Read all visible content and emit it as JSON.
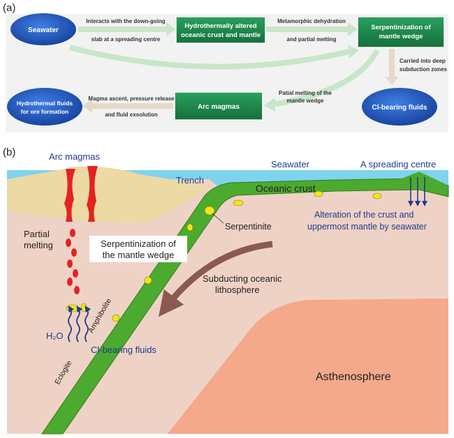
{
  "panel_a": {
    "label": "(a)",
    "nodes": {
      "seawater": "Seawater",
      "altered_line1": "Hydrothermally altered",
      "altered_line2": "oceanic crust and mantle",
      "serp_line1": "Serpentinization of",
      "serp_line2": "mantle wedge",
      "fluids": "Cl-bearing fluids",
      "arc": "Arc magmas",
      "ore_line1": "Hydrothermal fluids",
      "ore_line2": "for ore formation"
    },
    "edges": {
      "e1_line1": "Interacts with the down-going",
      "e1_line2": "slab at a spreading centre",
      "e2_line1": "Metamorphic dehydration",
      "e2_line2": "and partial melting",
      "e3_line1": "Carried into deep",
      "e3_line2": "subduction zones",
      "e4_line1": "Patial melting of the",
      "e4_line2": "mantle wedge",
      "e5_line1": "Magma ascent, pressure release",
      "e5_line2": "and fluid exsolution"
    }
  },
  "panel_b": {
    "label": "(b)",
    "labels": {
      "arc_magmas": "Arc magmas",
      "seawater": "Seawater",
      "spreading_centre": "A spreading centre",
      "trench": "Trench",
      "oceanic_crust": "Oceanic crust",
      "alteration_line1": "Alteration of the crust and",
      "alteration_line2": "uppermost mantle by seawater",
      "serpentinite": "Serpentinite",
      "partial_melting_line1": "Partial",
      "partial_melting_line2": "melting",
      "serp_wedge_line1": "Serpentinization of",
      "serp_wedge_line2": "the mantle wedge",
      "subducting_line1": "Subducting oceanic",
      "subducting_line2": "lithosphere",
      "h2o": "H₂O",
      "cl_fluids": "Cl-bearing fluids",
      "amphibolite": "Amphibolite",
      "eclogite": "Eclogite",
      "asthenosphere": "Asthenosphere"
    }
  },
  "colors": {
    "node_blue": "#1d4fb8",
    "node_green": "#1f8a4c",
    "arrow_green": "#c8e6c9",
    "arrow_tan": "#e6d9c8",
    "sea": "#7fd3ec",
    "crust": "#4caa2e",
    "mantle": "#efd2c6",
    "asthenosphere": "#f4a98a",
    "arc_body": "#ecd9a4",
    "magma": "#e52222",
    "serpentinite": "#f2e51a",
    "text_blue": "#1e3c8c"
  }
}
